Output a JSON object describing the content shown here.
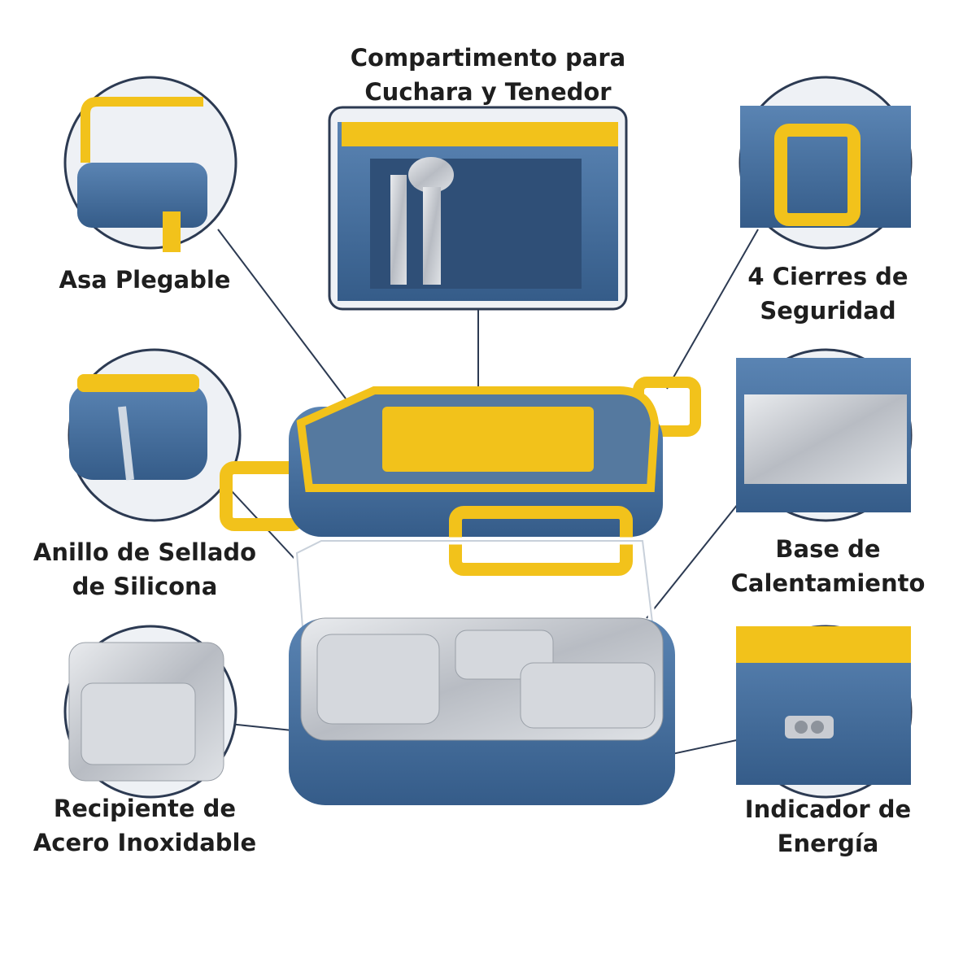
{
  "labels": {
    "cutlery": [
      "Compartimento para",
      "Cuchara y Tenedor"
    ],
    "handle": [
      "Asa Plegable"
    ],
    "locks": [
      "4 Cierres de",
      "Seguridad"
    ],
    "seal": [
      "Anillo de Sellado",
      "de Silicona"
    ],
    "heating": [
      "Base de",
      "Calentamiento"
    ],
    "container": [
      "Recipiente de",
      "Acero Inoxidable"
    ],
    "indicator": [
      "Indicador de",
      "Energía"
    ]
  },
  "colors": {
    "blue": "#3f6a9a",
    "yellow": "#f2c21b",
    "outline": "#2c3a52",
    "steel": "#c9ccd2"
  }
}
